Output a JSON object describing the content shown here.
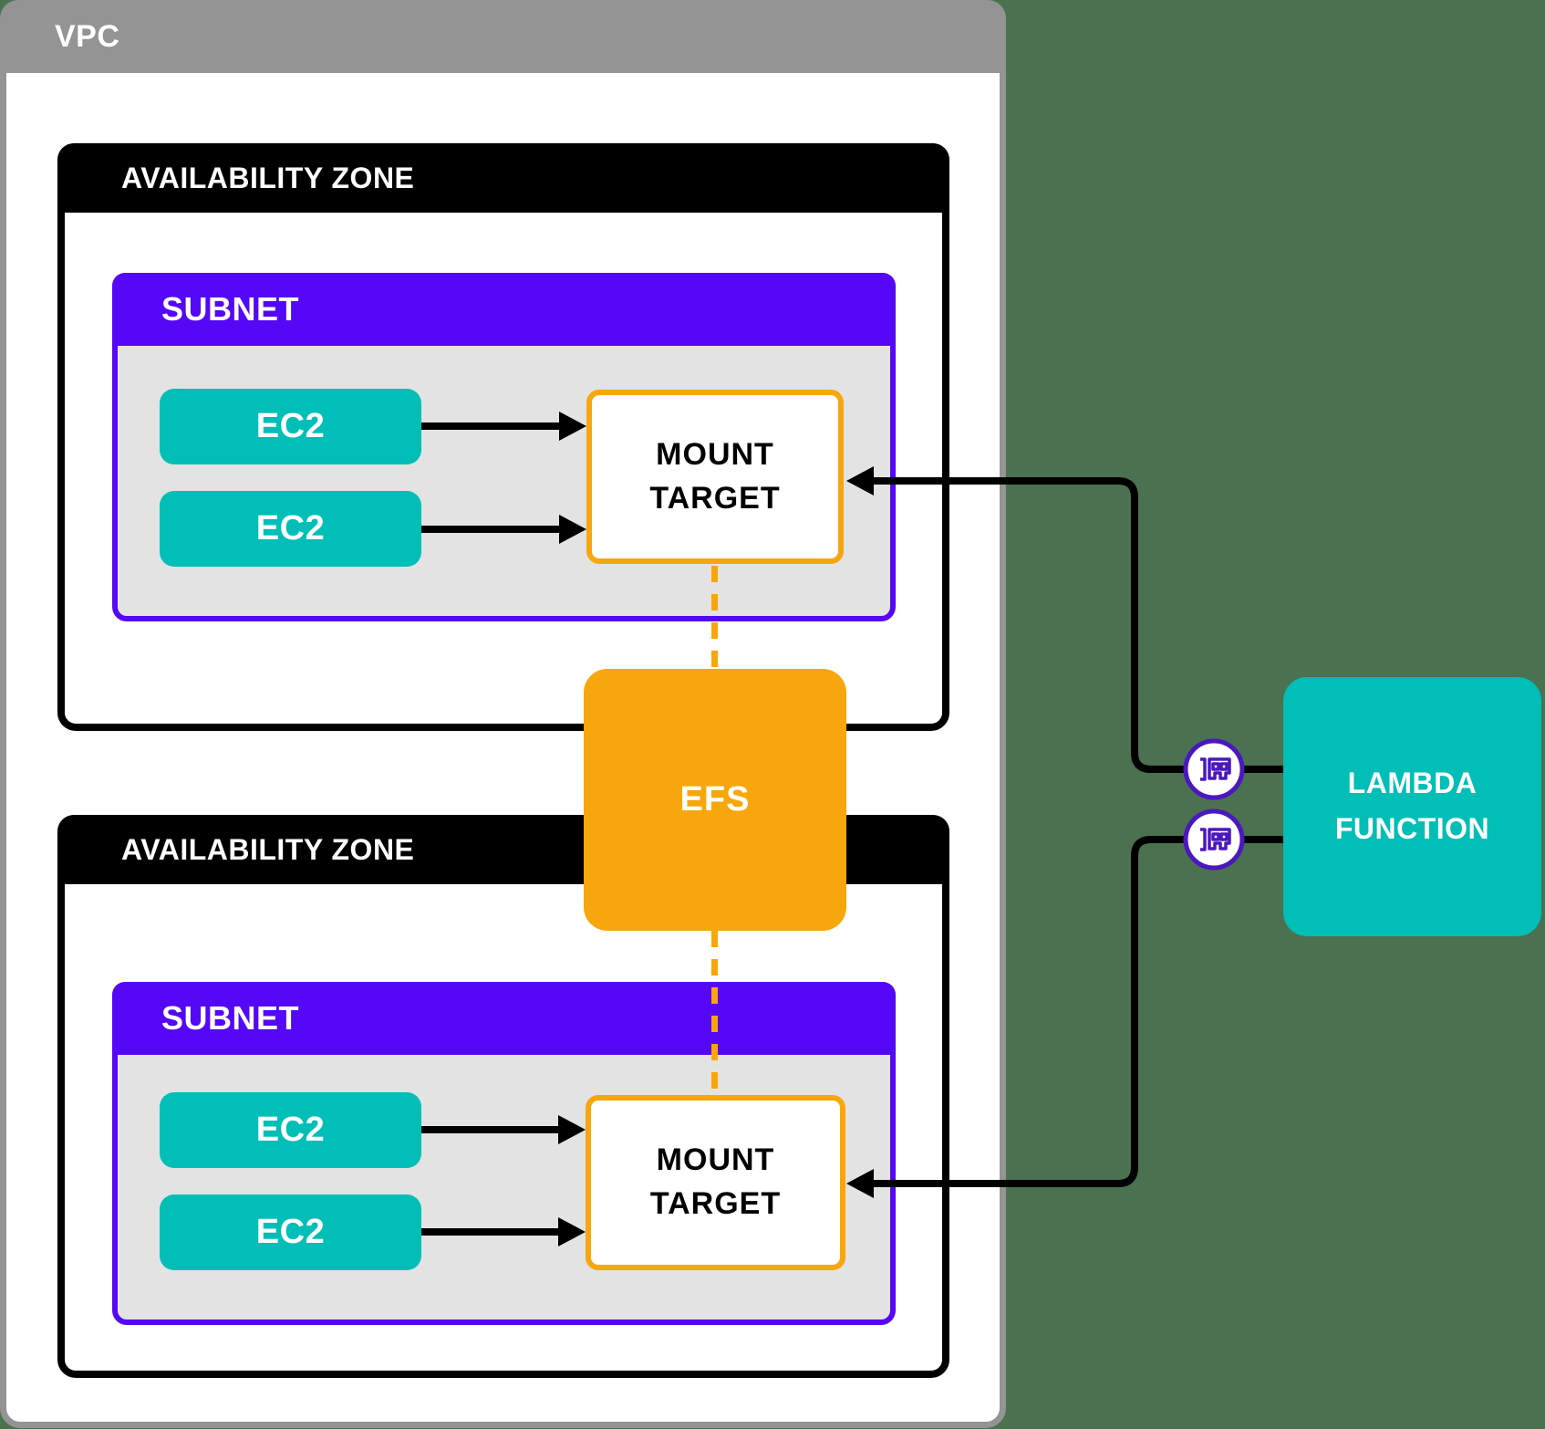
{
  "diagram_title": "VPC / EFS / Lambda architecture diagram",
  "vpc": {
    "label": "VPC"
  },
  "availability_zones": [
    {
      "label": "AVAILABILITY ZONE",
      "subnet": {
        "label": "SUBNET",
        "ec2_instances": [
          "EC2",
          "EC2"
        ],
        "mount_target": {
          "label": "MOUNT TARGET"
        }
      }
    },
    {
      "label": "AVAILABILITY ZONE",
      "subnet": {
        "label": "SUBNET",
        "ec2_instances": [
          "EC2",
          "EC2"
        ],
        "mount_target": {
          "label": "MOUNT TARGET"
        }
      }
    }
  ],
  "efs": {
    "label": "EFS"
  },
  "lambda": {
    "label": "LAMBDA FUNCTION"
  },
  "icons": {
    "network_interface": "network-interface-icon",
    "arrowhead": "arrowhead-icon"
  },
  "colors": {
    "background": "#4A7150",
    "vpc_border": "#949494",
    "az_header": "#000000",
    "subnet_purple": "#5408F5",
    "subnet_body": "#E3E3E3",
    "teal": "#01BEB6",
    "orange": "#F7A60D",
    "nic_purple": "#4A18BE",
    "connector_black": "#000000",
    "text_white": "#FFFFFF"
  }
}
